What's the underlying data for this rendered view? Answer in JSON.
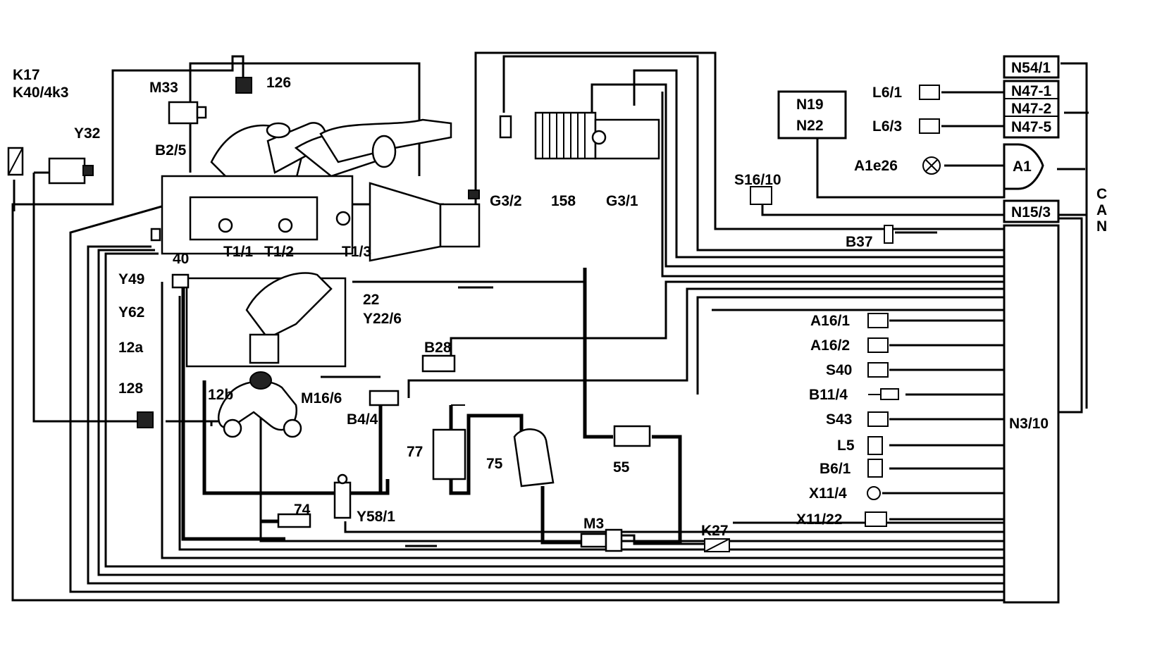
{
  "labels": {
    "k17": "K17",
    "k40": "K40/4k3",
    "m33": "M33",
    "c126": "126",
    "y32": "Y32",
    "b2_5": "B2/5",
    "y49": "Y49",
    "c40": "40",
    "t1_1": "T1/1",
    "t1_2": "T1/2",
    "t1_3": "T1/3",
    "y62": "Y62",
    "c22": "22",
    "y22_6": "Y22/6",
    "c12a": "12a",
    "c128": "128",
    "c12b": "12b",
    "m16_6": "M16/6",
    "b4_4": "B4/4",
    "b28": "B28",
    "c77": "77",
    "c75": "75",
    "c55": "55",
    "c74": "74",
    "y58_1": "Y58/1",
    "m3": "M3",
    "k27": "K27",
    "g3_2": "G3/2",
    "c158": "158",
    "g3_1": "G3/1",
    "n19": "N19",
    "n22": "N22",
    "l6_1": "L6/1",
    "l6_3": "L6/3",
    "a1e26": "A1e26",
    "s16_10": "S16/10",
    "b37": "B37",
    "n54_1": "N54/1",
    "n47_1": "N47-1",
    "n47_2": "N47-2",
    "n47_5": "N47-5",
    "a1": "A1",
    "n15_3": "N15/3",
    "can_c": "C",
    "can_a": "A",
    "can_n": "N",
    "a16_1": "A16/1",
    "a16_2": "A16/2",
    "s40": "S40",
    "b11_4": "B11/4",
    "s43": "S43",
    "l5": "L5",
    "b6_1": "B6/1",
    "x11_4": "X11/4",
    "x11_22": "X11/22",
    "n3_10": "N3/10"
  }
}
